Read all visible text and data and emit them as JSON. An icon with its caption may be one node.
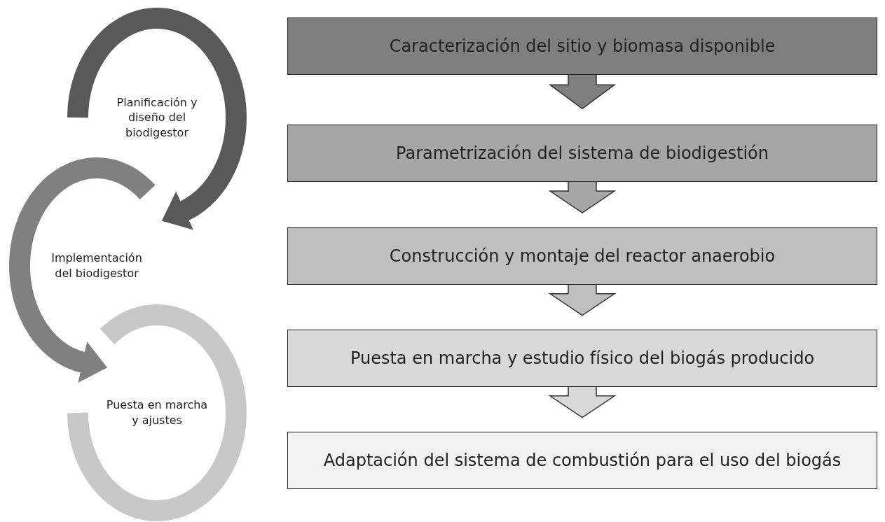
{
  "diagram": {
    "nodes": [
      {
        "text": [
          "Planificación y diseño del biodigestor"
        ]
      },
      {
        "text": [
          "Implementación del biodigestor"
        ]
      },
      {
        "text": [
          "Puesta en marcha y ajustes"
        ]
      },
      {
        "text": [
          "Caracterización del sitio y biomasa disponible"
        ]
      },
      {
        "text": [
          "Parametrización del sistema de biodigestión"
        ]
      },
      {
        "text": [
          "Construcción y montaje del reactor anaerobio"
        ]
      },
      {
        "text": [
          "Puesta en marcha y estudio físico del biogás producido"
        ]
      },
      {
        "text": [
          "Adaptación del sistema de combustión para el uso del biogás"
        ]
      }
    ],
    "edges": [
      {
        "from": 0,
        "to": 1,
        "arrow": "to"
      },
      {
        "from": 1,
        "to": 2,
        "arrow": "to"
      },
      {
        "from": 3,
        "to": 4,
        "arrow": "to"
      },
      {
        "from": 4,
        "to": 5,
        "arrow": "to"
      },
      {
        "from": 5,
        "to": 6,
        "arrow": "to"
      },
      {
        "from": 6,
        "to": 7,
        "arrow": "to"
      }
    ]
  }
}
